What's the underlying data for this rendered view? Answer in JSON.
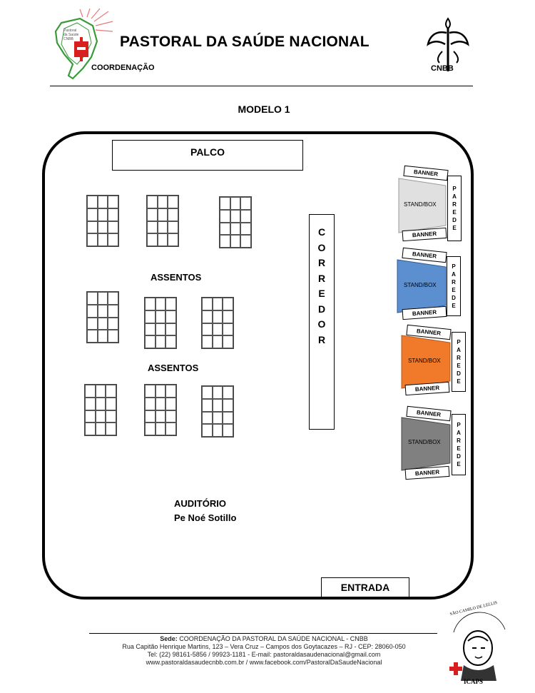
{
  "header": {
    "title": "PASTORAL DA SAÚDE NACIONAL",
    "subtitle": "COORDENAÇÃO",
    "cnbb_label": "CNBB",
    "logo_text": [
      "Pastoral",
      "da Saúde",
      "CNBB"
    ],
    "colors": {
      "logo_green": "#3a9a3a",
      "logo_red": "#d81e1e",
      "logo_sun": "#e87a7a"
    }
  },
  "diagram": {
    "model_title": "MODELO 1",
    "stage_label": "PALCO",
    "corridor_label": [
      "C",
      "O",
      "R",
      "R",
      "E",
      "D",
      "O",
      "R"
    ],
    "seats_label_1": "ASSENTOS",
    "seats_label_2": "ASSENTOS",
    "auditorium_label": "AUDITÓRIO",
    "auditorium_name": "Pe Noé Sotillo",
    "entrance_label": "ENTRADA",
    "stand_label": "STAND/BOX",
    "banner_label": "BANNER",
    "wall_letters": [
      "P",
      "A",
      "R",
      "E",
      "D",
      "E"
    ],
    "stands": [
      {
        "color": "#e0e0e0"
      },
      {
        "color": "#5b8fd0"
      },
      {
        "color": "#f07a2a"
      },
      {
        "color": "#808080"
      }
    ]
  },
  "footer": {
    "sede_label": "Sede:",
    "sede_text": " COORDENAÇÃO DA PASTORAL DA SAÚDE NACIONAL - CNBB",
    "address": "Rua Capitão Henrique Martins, 123 – Vera Cruz – Campos dos Goytacazes – RJ - CEP: 28060-050",
    "contact": "Tel: (22) 98161-5856 / 99923-1181 - E-mail: pastoraldasaudenacional@gmail.com",
    "web": "www.pastoraldasaudecnbb.com.br / www.facebook.com/PastoralDaSaudeNacional",
    "seal_top": "SÃO CAMILO DE LELLIS",
    "seal_bottom": "ICAPS"
  }
}
